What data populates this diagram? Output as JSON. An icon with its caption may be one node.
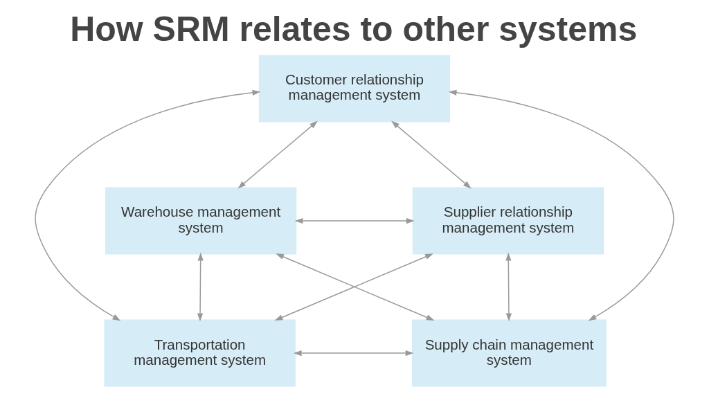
{
  "diagram": {
    "title": "How SRM relates to other systems",
    "nodes": [
      {
        "text": [
          "Customer relationship management system"
        ]
      },
      {
        "text": [
          "Warehouse management system"
        ]
      },
      {
        "text": [
          "Supplier relationship management system"
        ]
      },
      {
        "text": [
          "Transportation management system"
        ]
      },
      {
        "text": [
          "Supply chain management system"
        ]
      }
    ],
    "edges": [
      {
        "from": 0,
        "to": 1,
        "arrow": "both"
      },
      {
        "from": 0,
        "to": 2,
        "arrow": "both"
      },
      {
        "from": 0,
        "to": 3,
        "arrow": "both"
      },
      {
        "from": 0,
        "to": 4,
        "arrow": "both"
      },
      {
        "from": 1,
        "to": 2,
        "arrow": "both"
      },
      {
        "from": 1,
        "to": 3,
        "arrow": "both"
      },
      {
        "from": 1,
        "to": 4,
        "arrow": "both"
      },
      {
        "from": 2,
        "to": 3,
        "arrow": "both"
      },
      {
        "from": 2,
        "to": 4,
        "arrow": "both"
      },
      {
        "from": 3,
        "to": 4,
        "arrow": "both"
      }
    ]
  }
}
